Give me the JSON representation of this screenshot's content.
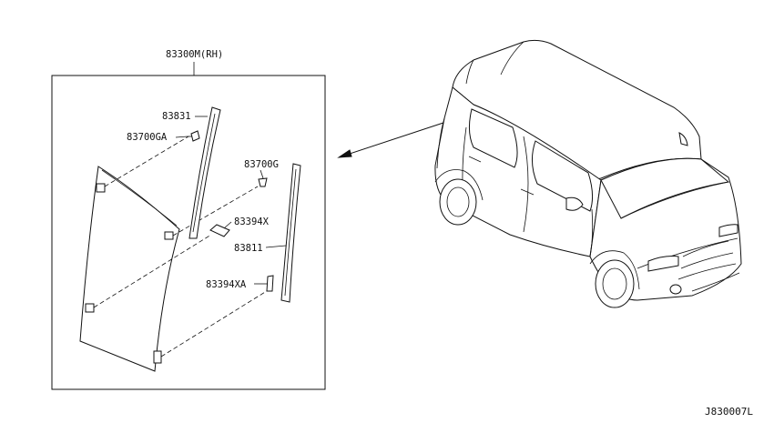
{
  "assembly": {
    "label": "83300M(RH)"
  },
  "callouts": [
    {
      "id": "83831",
      "text": "83831"
    },
    {
      "id": "83700GA",
      "text": "83700GA"
    },
    {
      "id": "83700G",
      "text": "83700G"
    },
    {
      "id": "83394X",
      "text": "83394X"
    },
    {
      "id": "83811",
      "text": "83811"
    },
    {
      "id": "83394XA",
      "text": "83394XA"
    }
  ],
  "diagram_code": "J830007L"
}
